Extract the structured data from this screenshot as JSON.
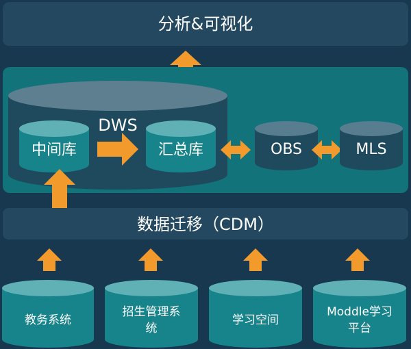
{
  "top_bar": {
    "label": "分析&可视化"
  },
  "middle_bar": {
    "label": "数据迁移（CDM）"
  },
  "warehouse": {
    "label": "DWS",
    "intermediate": "中间库",
    "summary": "汇总库"
  },
  "external": {
    "obs": "OBS",
    "mls": "MLS"
  },
  "sources": [
    {
      "lines": [
        "教务系统"
      ]
    },
    {
      "lines": [
        "招生管理系",
        "统"
      ]
    },
    {
      "lines": [
        "学习空间"
      ]
    },
    {
      "lines": [
        "Moddle学习",
        "平台"
      ]
    }
  ],
  "colors": {
    "background": "#17384e",
    "bar": "#23485f",
    "panel": "#12737a",
    "cylinder_dark": "#1f4a5e",
    "cylinder_teal": "#17848c",
    "arrow": "#f39a2d"
  }
}
